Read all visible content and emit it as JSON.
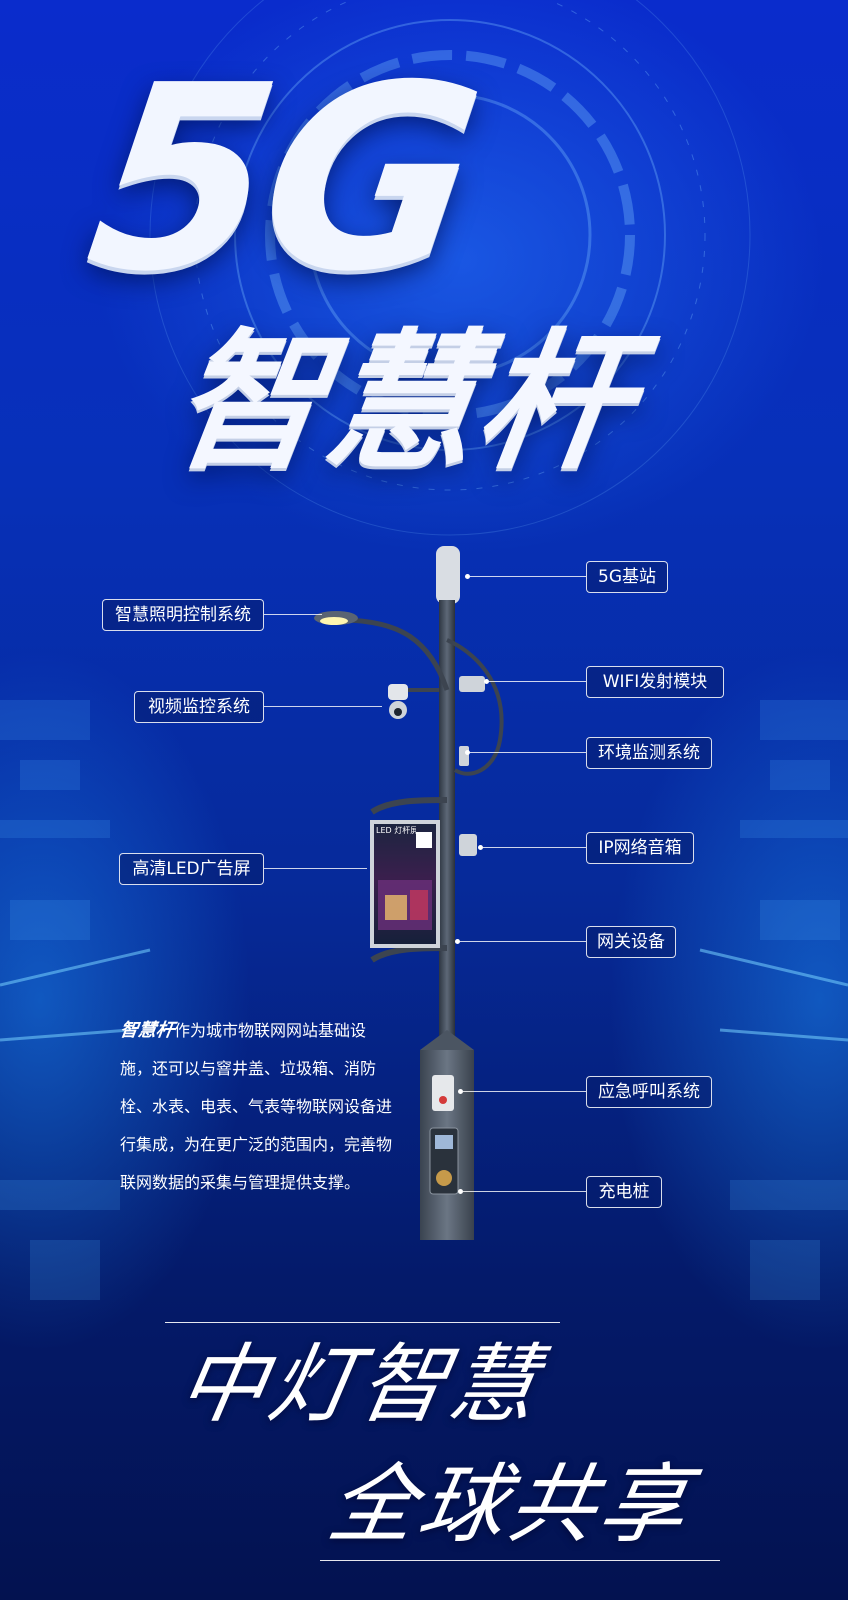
{
  "hero": {
    "title_5g": "5G",
    "title_cn": "智慧杆"
  },
  "callouts": {
    "lighting": "智慧照明控制系统",
    "video": "视频监控系统",
    "led": "高清LED广告屏",
    "base_station": "5G基站",
    "wifi": "WIFI发射模块",
    "environment": "环境监测系统",
    "speaker": "IP网络音箱",
    "gateway": "网关设备",
    "emergency": "应急呼叫系统",
    "charging": "充电桩"
  },
  "screen": {
    "heading": "LED 灯杆屏"
  },
  "description": {
    "brand": "智慧杆",
    "text": "作为城市物联网网站基础设施，还可以与窨井盖、垃圾箱、消防栓、水表、电表、气表等物联网设备进行集成，为在更广泛的范围内，完善物联网数据的采集与管理提供支撑。"
  },
  "slogan": {
    "line1": "中灯智慧",
    "line2": "全球共享"
  },
  "colors": {
    "background_top": "#0a2ccc",
    "background_bottom": "#031250",
    "text": "#ffffff",
    "pole": "#4a5563"
  }
}
